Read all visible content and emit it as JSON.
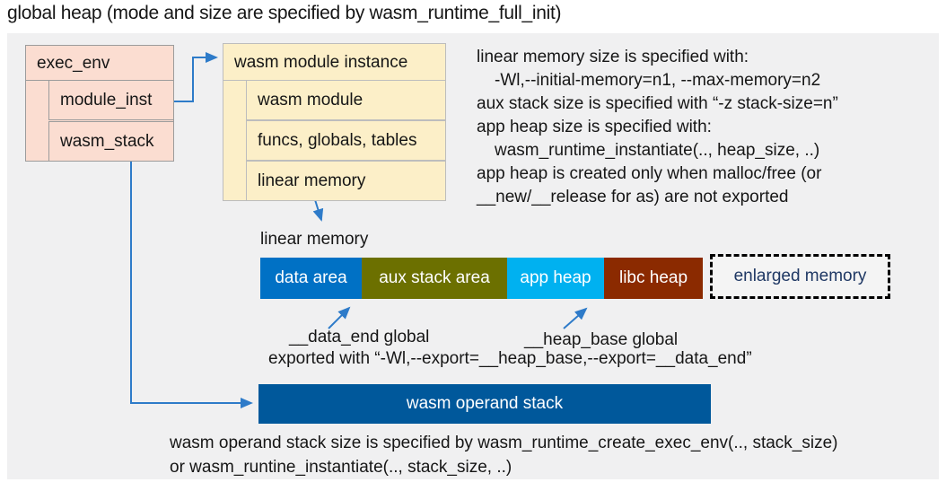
{
  "title": "global heap (mode and size are specified by wasm_runtime_full_init)",
  "exec_env": {
    "title": "exec_env",
    "fields": [
      "module_inst",
      "wasm_stack"
    ]
  },
  "module_instance": {
    "title": "wasm module instance",
    "fields": [
      "wasm module",
      "funcs, globals, tables",
      "linear memory"
    ]
  },
  "notes_right": {
    "lines": [
      "linear memory size is specified with:",
      "-Wl,--initial-memory=n1, --max-memory=n2",
      "aux stack size is specified with “-z stack-size=n”",
      "app heap size is specified with:",
      "wasm_runtime_instantiate(.., heap_size, ..)",
      "app heap is created only when malloc/free (or",
      "__new/__release for as) are not exported"
    ]
  },
  "linear_memory": {
    "label": "linear memory",
    "segments": [
      {
        "label": "data area",
        "color": "#0071C5"
      },
      {
        "label": "aux stack area",
        "color": "#6C7000"
      },
      {
        "label": "app heap",
        "color": "#00B1F0"
      },
      {
        "label": "libc heap",
        "color": "#8B2A00"
      }
    ],
    "enlarged": {
      "label": "enlarged memory",
      "text_color": "#1F3864"
    }
  },
  "globals": {
    "data_end": "__data_end global",
    "heap_base": "__heap_base global",
    "exported": "exported with “-Wl,--export=__heap_base,--export=__data_end”"
  },
  "operand_stack": {
    "label": "wasm operand stack",
    "color": "#00589B",
    "notes": [
      "wasm operand stack size is specified by wasm_runtime_create_exec_env(.., stack_size)",
      "or wasm_runtine_instantiate(.., stack_size, ..)"
    ]
  },
  "colors": {
    "arrow": "#2E7BC9",
    "panel": "#F0F0F1",
    "exec_env_fill": "#FBDDD1",
    "module_fill": "#FCEFC8",
    "text": "#161616"
  }
}
